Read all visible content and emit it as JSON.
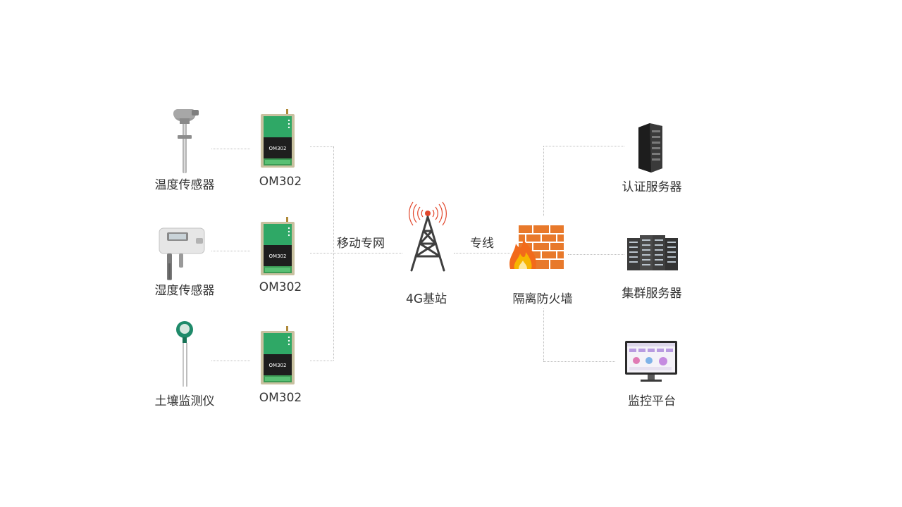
{
  "sensors": [
    {
      "label": "温度传感器",
      "icon": "temperature-probe-icon"
    },
    {
      "label": "湿度传感器",
      "icon": "humidity-sensor-icon"
    },
    {
      "label": "土壤监测仪",
      "icon": "soil-probe-icon"
    }
  ],
  "gateways": [
    {
      "label": "OM302",
      "face_text": "OM302"
    },
    {
      "label": "OM302",
      "face_text": "OM302"
    },
    {
      "label": "OM302",
      "face_text": "OM302"
    }
  ],
  "links": {
    "mobile_network": "移动专网",
    "dedicated_line": "专线"
  },
  "base_station": {
    "label": "4G基站",
    "icon": "cell-tower-icon"
  },
  "firewall": {
    "label": "隔离防火墙",
    "icon": "firewall-icon"
  },
  "servers": [
    {
      "label": "认证服务器",
      "icon": "server-rack-icon"
    },
    {
      "label": "集群服务器",
      "icon": "server-cluster-icon"
    },
    {
      "label": "监控平台",
      "icon": "monitor-icon"
    }
  ],
  "colors": {
    "gateway_green": "#2fa866",
    "gateway_body": "#c9c1a0",
    "brick": "#e8792b",
    "flame": "#f7b500",
    "tower_wave": "#e2462b"
  }
}
